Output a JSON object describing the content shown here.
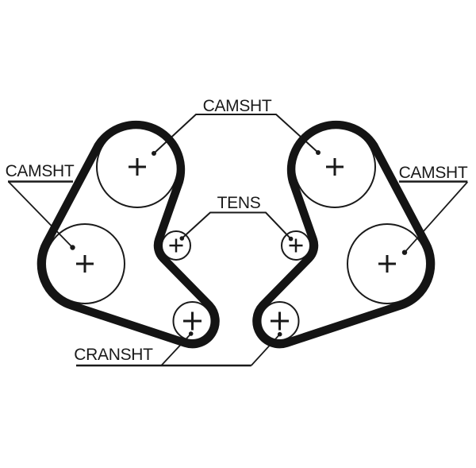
{
  "diagram": {
    "type": "timing-belt-routing",
    "labels": {
      "camshaft": "CAMSHT",
      "tensioner": "TENS",
      "crankshaft": "CRANSHT"
    },
    "marker": {
      "pulley_center": "+"
    },
    "colors": {
      "ink": "#1a1a1a",
      "belt": "#141414",
      "background": "#ffffff"
    },
    "pulleys": [
      {
        "id": "camshaft-top-left",
        "label": "CAMSHT"
      },
      {
        "id": "camshaft-top-right",
        "label": "CAMSHT"
      },
      {
        "id": "camshaft-left",
        "label": "CAMSHT"
      },
      {
        "id": "camshaft-right",
        "label": "CAMSHT"
      },
      {
        "id": "tensioner-left",
        "label": "TENS"
      },
      {
        "id": "tensioner-right",
        "label": "TENS"
      },
      {
        "id": "crankshaft-left",
        "label": "CRANSHT"
      },
      {
        "id": "crankshaft-right",
        "label": "CRANSHT"
      }
    ]
  }
}
